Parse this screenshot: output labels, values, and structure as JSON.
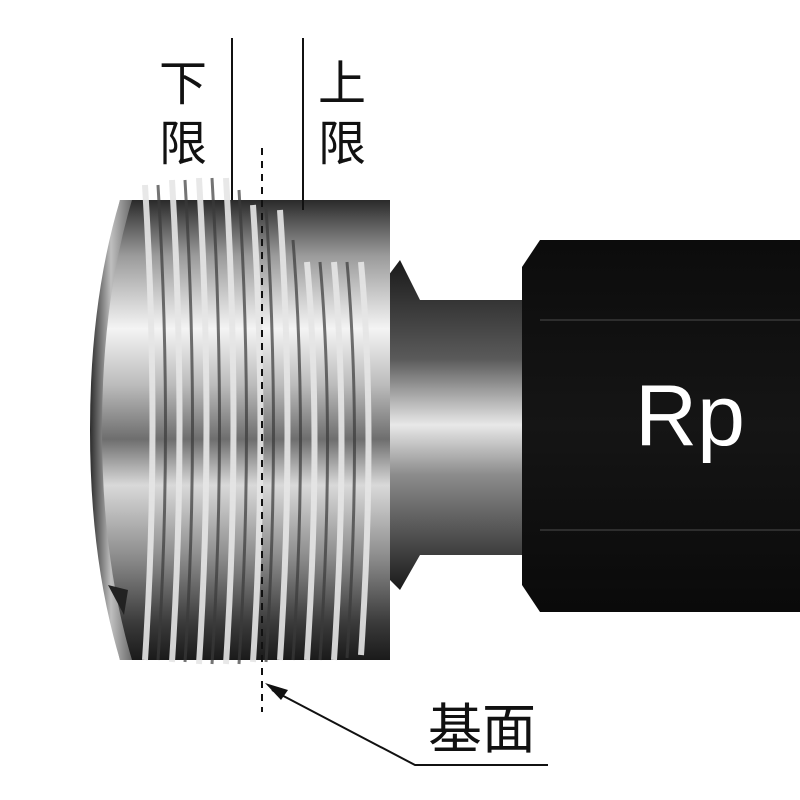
{
  "labels": {
    "lower_limit_char1": "下",
    "lower_limit_char2": "限",
    "upper_limit_char1": "上",
    "upper_limit_char2": "限",
    "base_plane": "基面",
    "handle_marking": "Rp"
  },
  "colors": {
    "background": "#ffffff",
    "handle": "#111111",
    "steel_light": "#f2f2f2",
    "steel_dark": "#1e1e1e",
    "thread_ridge": "#dcdcdc",
    "line": "#111111"
  }
}
